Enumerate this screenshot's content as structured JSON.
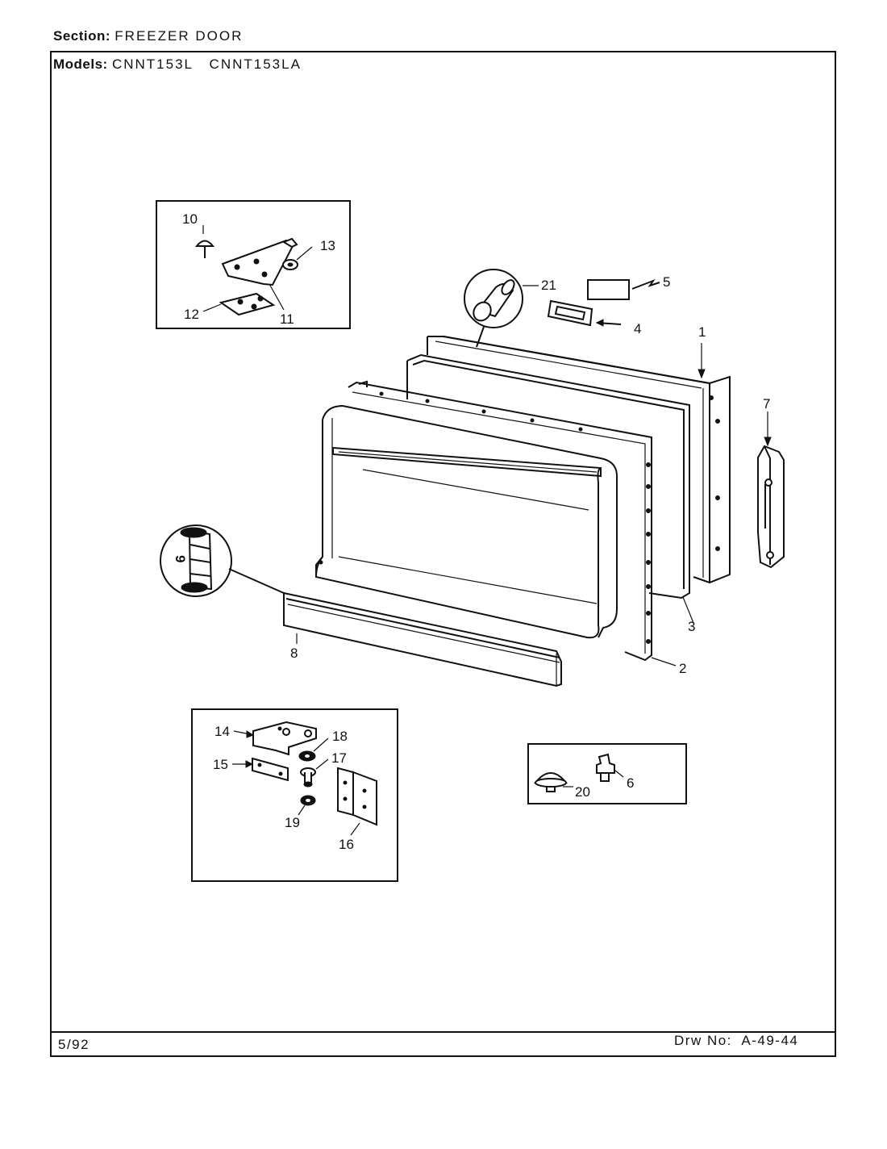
{
  "header": {
    "section_label": "Section:",
    "section_value": "FREEZER DOOR",
    "models_label": "Models:",
    "models_value": "CNNT153L   CNNT153LA"
  },
  "footer": {
    "date": "5/92",
    "drawing_number": "Drw No:  A-49-44"
  },
  "callouts": {
    "p1": "1",
    "p2": "2",
    "p3": "3",
    "p4": "4",
    "p5": "5",
    "p6": "6",
    "p7": "7",
    "p8": "8",
    "p9": "9",
    "p10": "10",
    "p11": "11",
    "p12": "12",
    "p13": "13",
    "p14": "14",
    "p15": "15",
    "p16": "16",
    "p17": "17",
    "p18": "18",
    "p19": "19",
    "p20": "20",
    "p21": "21"
  }
}
